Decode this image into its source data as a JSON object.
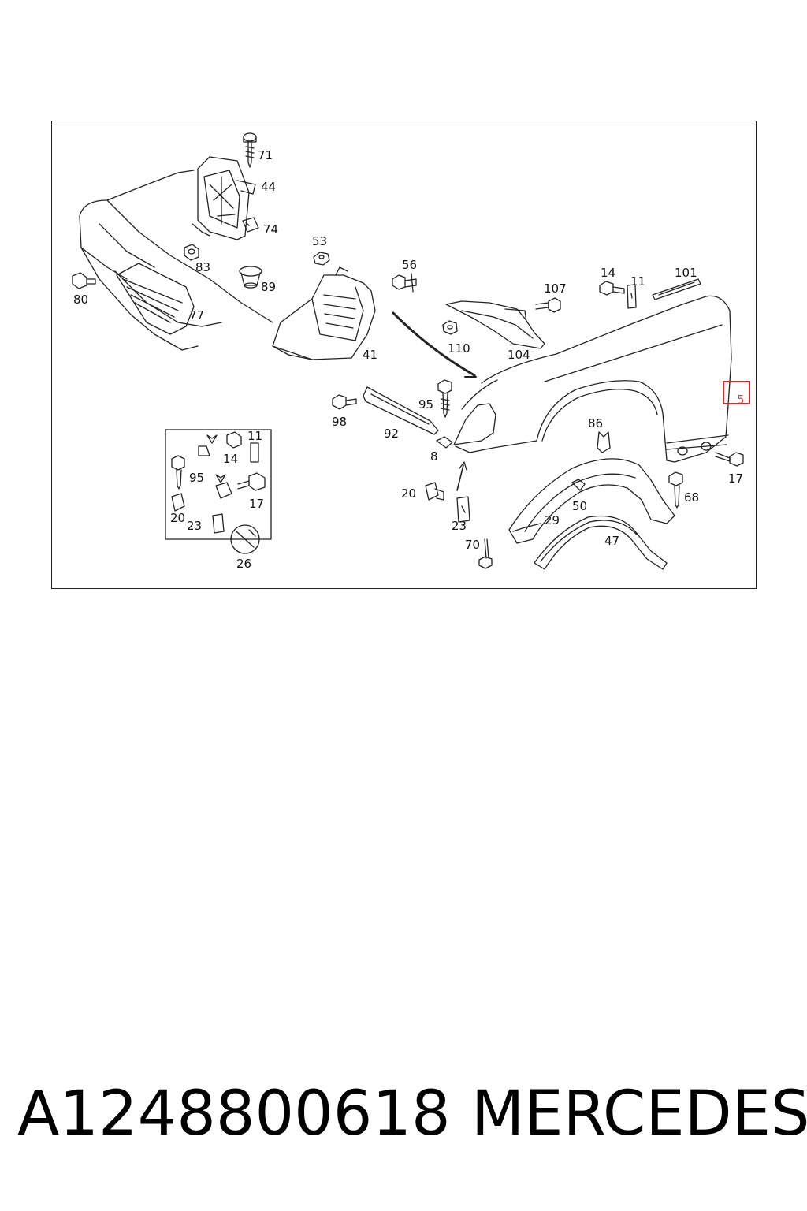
{
  "diagram": {
    "parts": [
      {
        "id": "p71",
        "label": "71"
      },
      {
        "id": "p44",
        "label": "44"
      },
      {
        "id": "p74",
        "label": "74"
      },
      {
        "id": "p83",
        "label": "83"
      },
      {
        "id": "p89",
        "label": "89"
      },
      {
        "id": "p80",
        "label": "80"
      },
      {
        "id": "p77",
        "label": "77"
      },
      {
        "id": "p53",
        "label": "53"
      },
      {
        "id": "p56",
        "label": "56"
      },
      {
        "id": "p41",
        "label": "41"
      },
      {
        "id": "p107",
        "label": "107"
      },
      {
        "id": "p14a",
        "label": "14"
      },
      {
        "id": "p11a",
        "label": "11"
      },
      {
        "id": "p101",
        "label": "101"
      },
      {
        "id": "p110",
        "label": "110"
      },
      {
        "id": "p104",
        "label": "104"
      },
      {
        "id": "p5",
        "label": "5"
      },
      {
        "id": "p98",
        "label": "98"
      },
      {
        "id": "p95a",
        "label": "95"
      },
      {
        "id": "p92",
        "label": "92"
      },
      {
        "id": "p8",
        "label": "8"
      },
      {
        "id": "p86",
        "label": "86"
      },
      {
        "id": "p17a",
        "label": "17"
      },
      {
        "id": "p68",
        "label": "68"
      },
      {
        "id": "p20a",
        "label": "20"
      },
      {
        "id": "p23a",
        "label": "23"
      },
      {
        "id": "p50",
        "label": "50"
      },
      {
        "id": "p29",
        "label": "29"
      },
      {
        "id": "p47",
        "label": "47"
      },
      {
        "id": "p70",
        "label": "70"
      },
      {
        "id": "p11b",
        "label": "11"
      },
      {
        "id": "p14b",
        "label": "14"
      },
      {
        "id": "p95b",
        "label": "95"
      },
      {
        "id": "p17b",
        "label": "17"
      },
      {
        "id": "p20b",
        "label": "20"
      },
      {
        "id": "p23b",
        "label": "23"
      },
      {
        "id": "p26",
        "label": "26"
      }
    ],
    "highlighted_part": "5",
    "highlight_color": "#d42a2a"
  },
  "caption": {
    "part_number": "A1248800618",
    "brand": "MERCEDES"
  }
}
